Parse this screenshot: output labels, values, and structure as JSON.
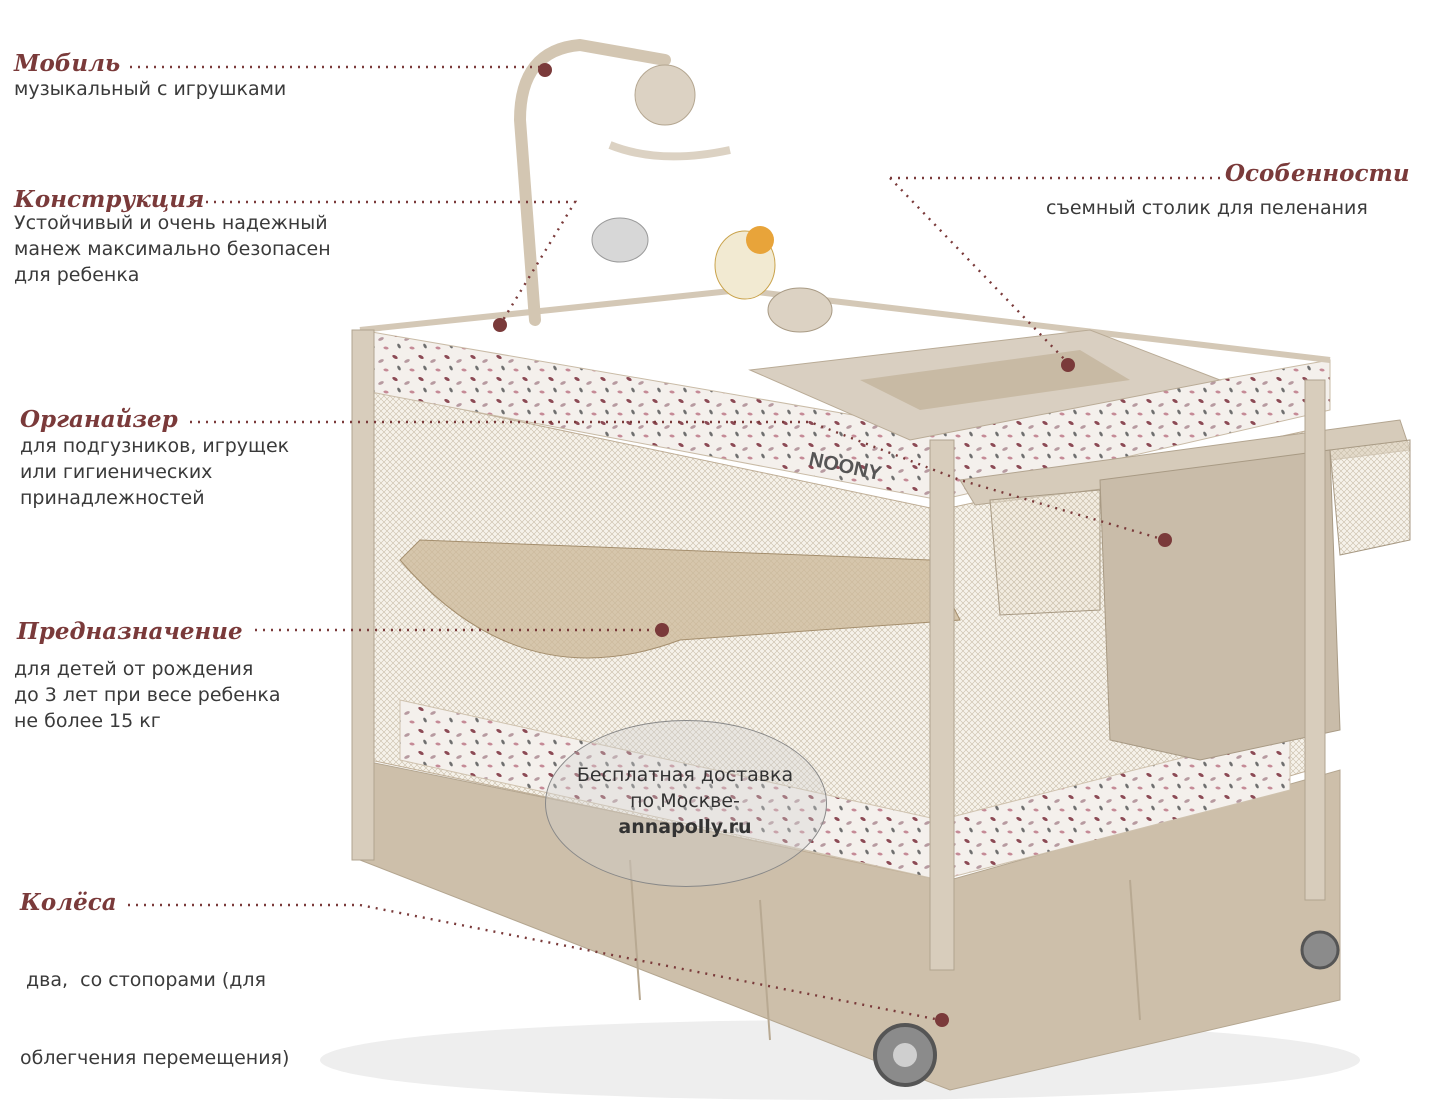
{
  "features": {
    "mobile": {
      "title": "Мобиль",
      "lines": [
        "музыкальный с игрушками"
      ]
    },
    "construction": {
      "title": "Конструкция",
      "lines": [
        "Устойчивый и очень надежный",
        "манеж максимально безопасен",
        "для ребенка"
      ]
    },
    "organizer": {
      "title": "Органайзер",
      "lines": [
        "для подгузников, игрущек",
        "или гигиенических",
        "принадлежностей"
      ]
    },
    "purpose": {
      "title": "Предназначение",
      "lines": [
        "для детей от рождения",
        "до 3 лет при весе ребенка",
        "не более 15 кг"
      ]
    },
    "wheels": {
      "title": "Колёса",
      "lines": [
        " два,  со стопорами (для",
        "облегчения перемещения)"
      ]
    },
    "features_right": {
      "title": "Особенности",
      "lines": [
        "съемный столик для пеленания"
      ]
    }
  },
  "watermark": {
    "line1": "Бесплатная доставка",
    "line2": "по Москве-",
    "line3": "annapolly.ru"
  },
  "product_logo": "NOONY",
  "colors": {
    "accent": "#7a3a3a",
    "crib": "#d9cfc1",
    "fabric": "#c9bba8"
  }
}
